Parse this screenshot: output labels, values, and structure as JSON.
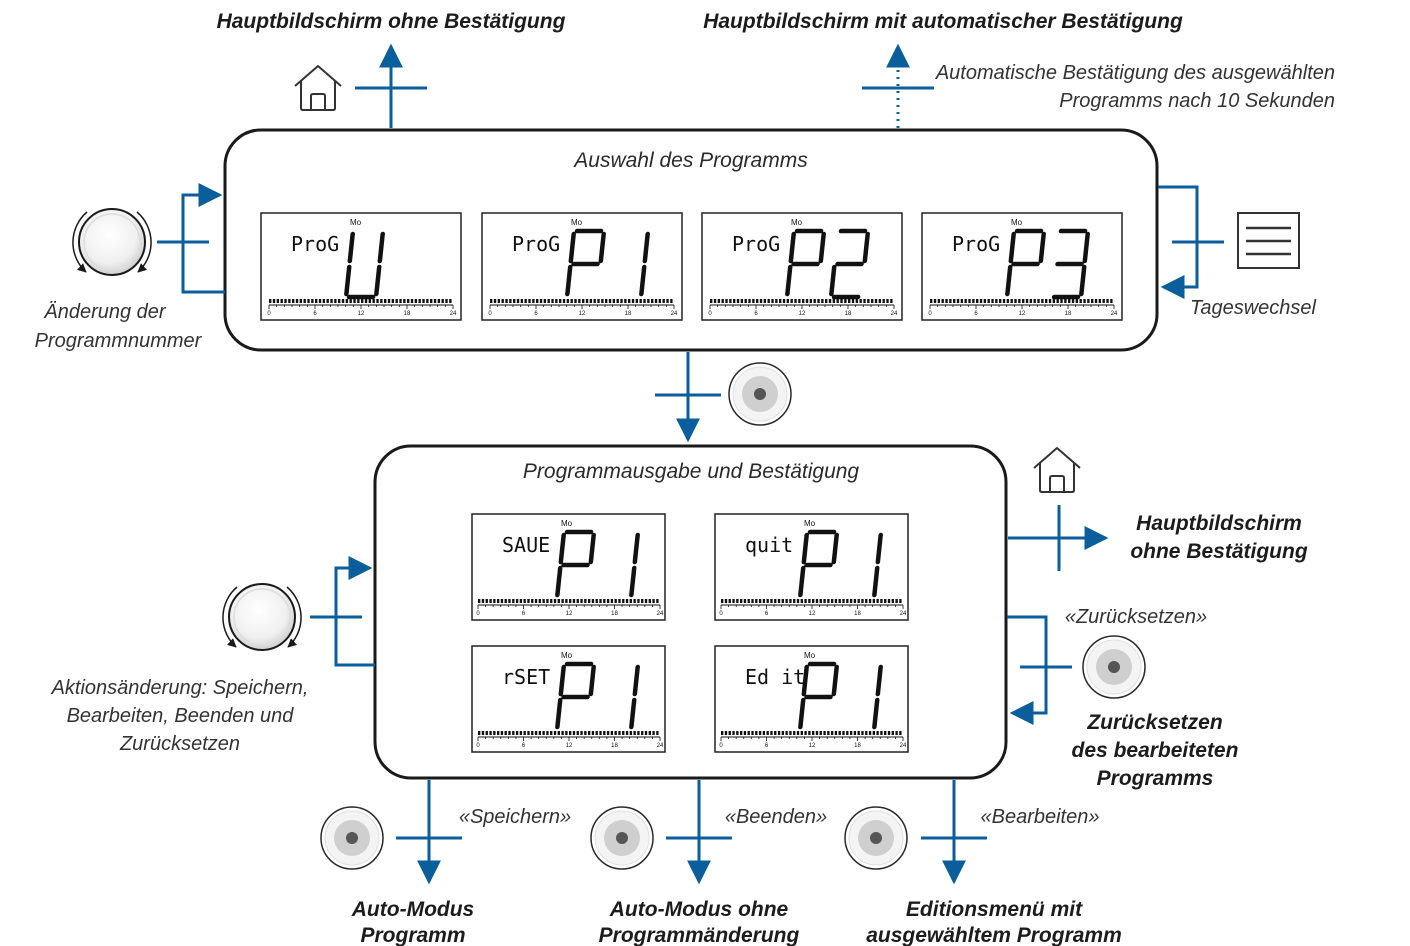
{
  "top": {
    "home_no_confirm": "Hauptbildschirm ohne Bestätigung",
    "home_auto_confirm": "Hauptbildschirm mit automatischer Bestätigung",
    "auto_confirm_note_1": "Automatische Bestätigung des ausgewählten",
    "auto_confirm_note_2": "Programms nach 10 Sekunden"
  },
  "selection": {
    "title": "Auswahl des Programms",
    "knob_note_1": "Änderung der",
    "knob_note_2": "Programmnummer",
    "menu_note": "Tageswechsel",
    "displays": [
      {
        "tag": "ProG",
        "value": "U",
        "day": "Mo"
      },
      {
        "tag": "ProG",
        "value": "P1",
        "day": "Mo"
      },
      {
        "tag": "ProG",
        "value": "P2",
        "day": "Mo"
      },
      {
        "tag": "ProG",
        "value": "P3",
        "day": "Mo"
      }
    ]
  },
  "output": {
    "title": "Programmausgabe und Bestätigung",
    "knob_note_1": "Aktionsänderung: Speichern,",
    "knob_note_2": "Bearbeiten, Beenden und",
    "knob_note_3": "Zurücksetzen",
    "home_1": "Hauptbildschirm",
    "home_2": "ohne Bestätigung",
    "reset_quote": "«Zurücksetzen»",
    "reset_1": "Zurücksetzen",
    "reset_2": "des bearbeiteten",
    "reset_3": "Programms",
    "displays": [
      {
        "tag": "SAUE",
        "value": "P1",
        "day": "Mo"
      },
      {
        "tag": "quit",
        "value": "P1",
        "day": "Mo"
      },
      {
        "tag": "rSET",
        "value": "P1",
        "day": "Mo"
      },
      {
        "tag": "Ed it",
        "value": "P1",
        "day": "Mo"
      }
    ]
  },
  "bottom": {
    "save_quote": "«Speichern»",
    "save_1": "Auto-Modus",
    "save_2": "Programm",
    "quit_quote": "«Beenden»",
    "quit_1": "Auto-Modus ohne",
    "quit_2": "Programmänderung",
    "edit_quote": "«Bearbeiten»",
    "edit_1": "Editionsmenü mit",
    "edit_2": "ausgewähltem Programm"
  },
  "scale_labels": [
    "0",
    "6",
    "12",
    "18",
    "24"
  ],
  "colors": {
    "accent": "#0b5e9c",
    "outline": "#1a1a1a",
    "button_ring": "#cfcfcf",
    "button_dot": "#555555"
  }
}
